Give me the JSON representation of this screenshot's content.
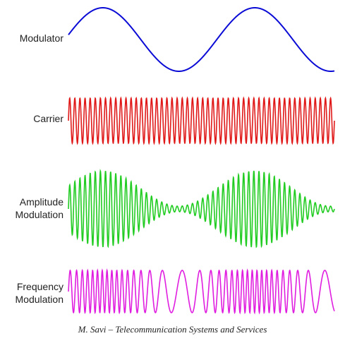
{
  "labels": {
    "modulator": "Modulator",
    "carrier": "Carrier",
    "am_line1": "Amplitude",
    "am_line2": "Modulation",
    "fm_line1": "Frequency",
    "fm_line2": "Modulation"
  },
  "caption": "M. Savi – Telecommunication Systems and Services",
  "colors": {
    "modulator": "#0b0bd6",
    "carrier": "#e01818",
    "am": "#22cc22",
    "fm": "#e01ee0"
  }
}
